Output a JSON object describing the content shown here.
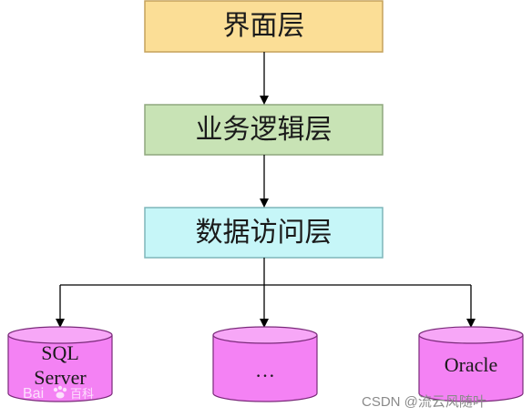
{
  "layers": [
    {
      "id": "ui",
      "label": "界面层",
      "fill": "#FBDE96",
      "stroke": "#C5A25C"
    },
    {
      "id": "bll",
      "label": "业务逻辑层",
      "fill": "#C8E3B5",
      "stroke": "#8FA77F"
    },
    {
      "id": "dal",
      "label": "数据访问层",
      "fill": "#C6F6F8",
      "stroke": "#7FB6BA"
    }
  ],
  "databases": [
    {
      "id": "sqlserver",
      "lines": [
        "SQL",
        "Server"
      ]
    },
    {
      "id": "other",
      "lines": [
        "…"
      ]
    },
    {
      "id": "oracle",
      "lines": [
        "Oracle"
      ]
    }
  ],
  "colors": {
    "database_fill": "#F482F4",
    "database_top": "#F7A7F7",
    "database_stroke": "#7A2A7A",
    "line": "#000000"
  },
  "watermarks": {
    "baidu": "Bai",
    "baidu_suffix": "百科",
    "csdn": "CSDN @流云风随叶"
  }
}
